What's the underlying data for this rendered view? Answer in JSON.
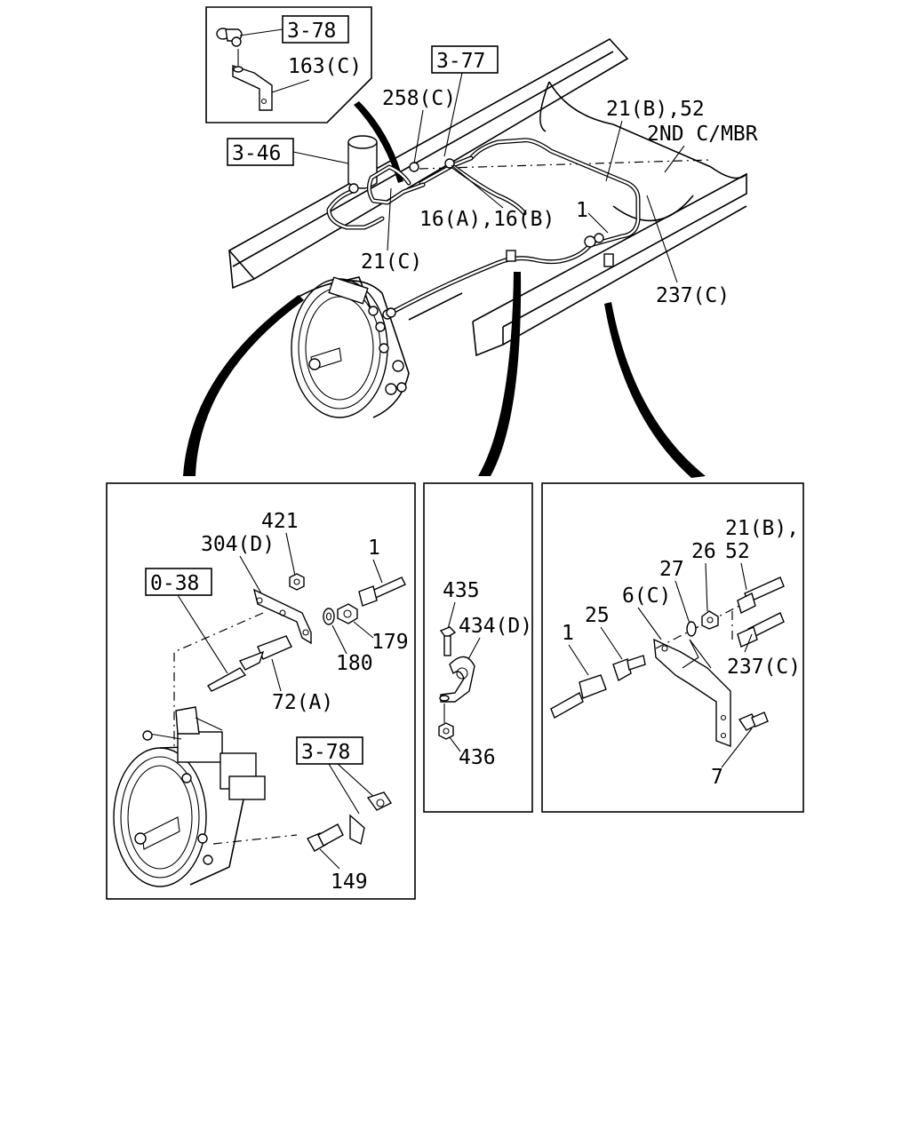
{
  "references": {
    "ref_3_78_top": "3-78",
    "ref_3_77": "3-77",
    "ref_3_46": "3-46",
    "ref_0_38": "0-38",
    "ref_3_78_bottom": "3-78"
  },
  "main_view": {
    "lbl_163c": "163(C)",
    "lbl_258c": "258(C)",
    "lbl_21b_52": "21(B),52",
    "lbl_2nd_cmbr": "2ND C/MBR",
    "lbl_16a_16b": "16(A),16(B)",
    "lbl_1": "1",
    "lbl_21c": "21(C)",
    "lbl_237c": "237(C)"
  },
  "left_detail": {
    "lbl_421": "421",
    "lbl_304d": "304(D)",
    "lbl_1": "1",
    "lbl_179": "179",
    "lbl_180": "180",
    "lbl_72a": "72(A)",
    "lbl_149": "149"
  },
  "middle_detail": {
    "lbl_435": "435",
    "lbl_434d": "434(D)",
    "lbl_436": "436"
  },
  "right_detail": {
    "lbl_21b": "21(B),",
    "lbl_52": "52",
    "lbl_27": "27",
    "lbl_26": "26",
    "lbl_6c": "6(C)",
    "lbl_25": "25",
    "lbl_1": "1",
    "lbl_237c": "237(C)",
    "lbl_7": "7"
  }
}
